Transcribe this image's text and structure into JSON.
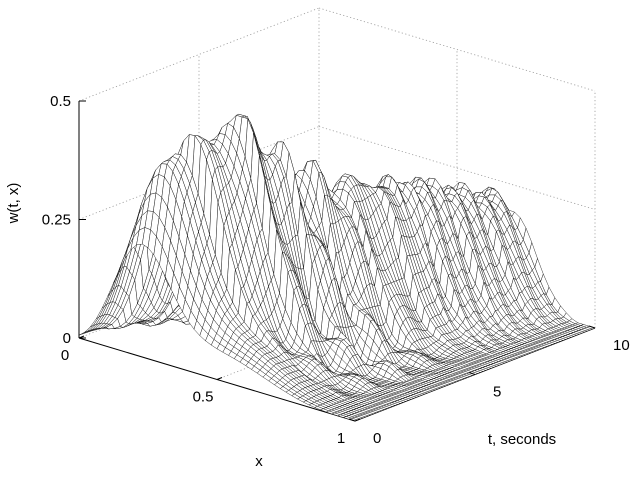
{
  "chart_data": {
    "type": "surface",
    "title": "",
    "xlabel": "x",
    "ylabel": "t, seconds",
    "zlabel": "w(t, x)",
    "xlim": [
      0,
      1
    ],
    "ylim": [
      0,
      10
    ],
    "zlim": [
      0,
      0.5
    ],
    "x_ticks": [
      "0",
      "0.5",
      "1"
    ],
    "y_ticks": [
      "0",
      "5",
      "10"
    ],
    "z_ticks": [
      "0",
      "0.25",
      "0.5"
    ],
    "grid": true,
    "mesh_color": "#000000",
    "face_color": "#ffffff",
    "surface_profile": {
      "t_samples": [
        0,
        0.5,
        1,
        1.5,
        2,
        2.5,
        3,
        3.5,
        4,
        4.5,
        5,
        5.5,
        6,
        6.5,
        7,
        7.5,
        8,
        8.5,
        9,
        9.5,
        10
      ],
      "peak_w_over_x": [
        0.33,
        0.49,
        0.47,
        0.42,
        0.44,
        0.37,
        0.36,
        0.31,
        0.29,
        0.28,
        0.27,
        0.27,
        0.27,
        0.26,
        0.26,
        0.26,
        0.26,
        0.25,
        0.25,
        0.25,
        0.25
      ]
    }
  }
}
